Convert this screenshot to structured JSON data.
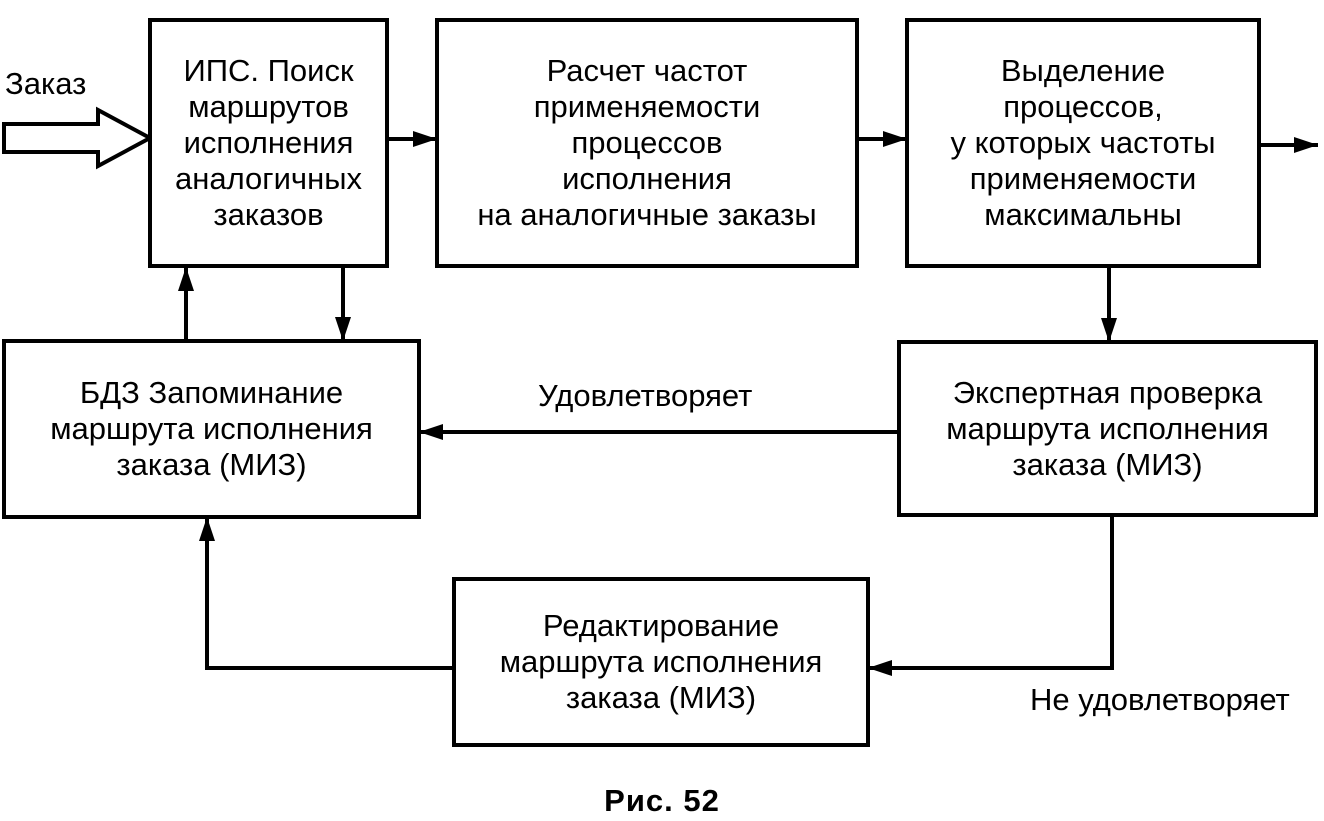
{
  "input_label": "Заказ",
  "blocks": {
    "ips_search": "ИПС. Поиск\nмаршрутов\nисполнения\nаналогичных\nзаказов",
    "frequency_calc": "Расчет частот\nприменяемости\nпроцессов\nисполнения\nна аналогичные заказы",
    "max_selection": "Выделение\nпроцессов,\nу которых частоты\nприменяемости\nмаксимальны",
    "bdz_storage": "БДЗ  Запоминание\nмаршрута исполнения\nзаказа (МИЗ)",
    "expert_check": "Экспертная проверка\nмаршрута исполнения\nзаказа (МИЗ)",
    "editing": "Редактирование\nмаршрута исполнения\nзаказа (МИЗ)"
  },
  "edge_labels": {
    "satisfies": "Удовлетворяет",
    "not_satisfies": "Не удовлетворяет"
  },
  "caption": "Рис. 52"
}
